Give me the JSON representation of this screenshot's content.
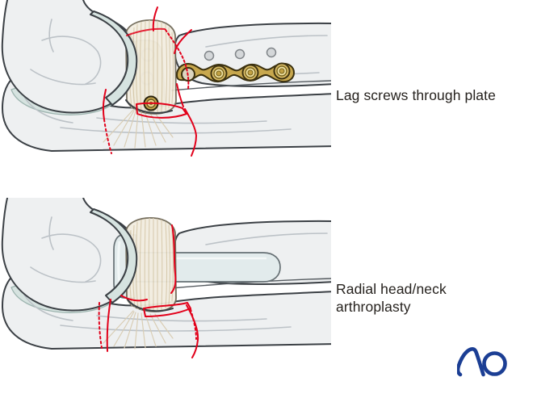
{
  "figures": [
    {
      "id": "lag-screws-through-plate",
      "label": "Lag screws through plate"
    },
    {
      "id": "radial-head-neck-arthroplasty",
      "label": "Radial head/neck arthroplasty"
    }
  ],
  "logo": {
    "text": "AO"
  },
  "colors": {
    "background": "#ffffff",
    "label_text": "#26221e",
    "fracture_red": "#e2001a",
    "plate_gold": "#c8a84e",
    "bone_fill": "#eef0f1",
    "bone_outline": "#3b4045",
    "cartilage": "#d6e3e0",
    "ligament": "#f2ede0",
    "ligament_stripe": "#d7c9ab",
    "prosthesis": "#e2ebec",
    "logo_blue": "#1b3e94"
  }
}
